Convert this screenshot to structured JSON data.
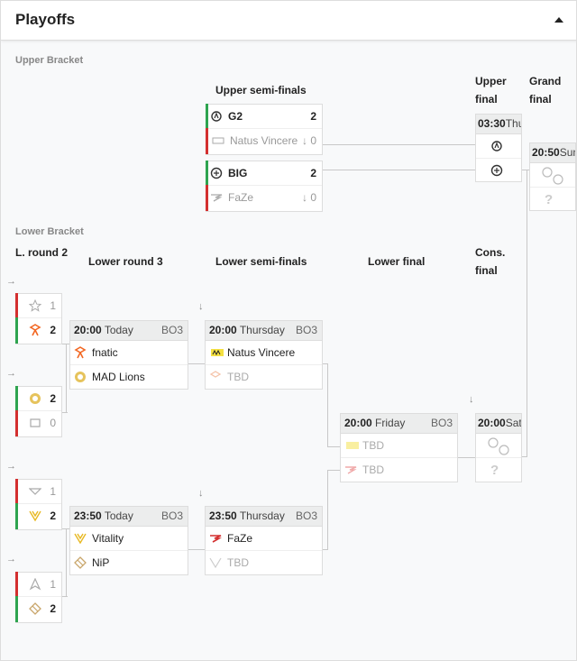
{
  "header": {
    "title": "Playoffs"
  },
  "sections": {
    "upper": "Upper Bracket",
    "lower": "Lower Bracket"
  },
  "rounds": {
    "upper_semis": "Upper semi-finals",
    "upper_final": "Upper final",
    "grand_final": "Grand final",
    "l_round_2": "L. round 2",
    "lower_round_3": "Lower round 3",
    "lower_semis": "Lower semi-finals",
    "lower_final": "Lower final",
    "cons_final": "Cons. final"
  },
  "upper_semis": [
    {
      "team1": "G2",
      "score1": "2",
      "team2": "Natus Vincere",
      "score2": "0"
    },
    {
      "team1": "BIG",
      "score1": "2",
      "team2": "FaZe",
      "score2": "0"
    }
  ],
  "upper_final": {
    "time": "03:30",
    "day": "Thu"
  },
  "grand_final": {
    "time": "20:50",
    "day": "Sun"
  },
  "l_round_2": [
    {
      "s1": "1",
      "s2": "2"
    },
    {
      "s1": "2",
      "s2": "0"
    },
    {
      "s1": "1",
      "s2": "2"
    },
    {
      "s1": "1",
      "s2": "2"
    }
  ],
  "lower_round_3": [
    {
      "time": "20:00",
      "day": "Today",
      "bo": "BO3",
      "team1": "fnatic",
      "team2": "MAD Lions"
    },
    {
      "time": "23:50",
      "day": "Today",
      "bo": "BO3",
      "team1": "Vitality",
      "team2": "NiP"
    }
  ],
  "lower_semis": [
    {
      "time": "20:00",
      "day": "Thursday",
      "bo": "BO3",
      "team1": "Natus Vincere",
      "team2": "TBD"
    },
    {
      "time": "23:50",
      "day": "Thursday",
      "bo": "BO3",
      "team1": "FaZe",
      "team2": "TBD"
    }
  ],
  "lower_final": {
    "time": "20:00",
    "day": "Friday",
    "bo": "BO3",
    "team1": "TBD",
    "team2": "TBD"
  },
  "cons_final": {
    "time": "20:00",
    "day": "Sat"
  },
  "icons": {
    "accent_win": "#2ea44f",
    "accent_lose": "#d32f2f"
  }
}
